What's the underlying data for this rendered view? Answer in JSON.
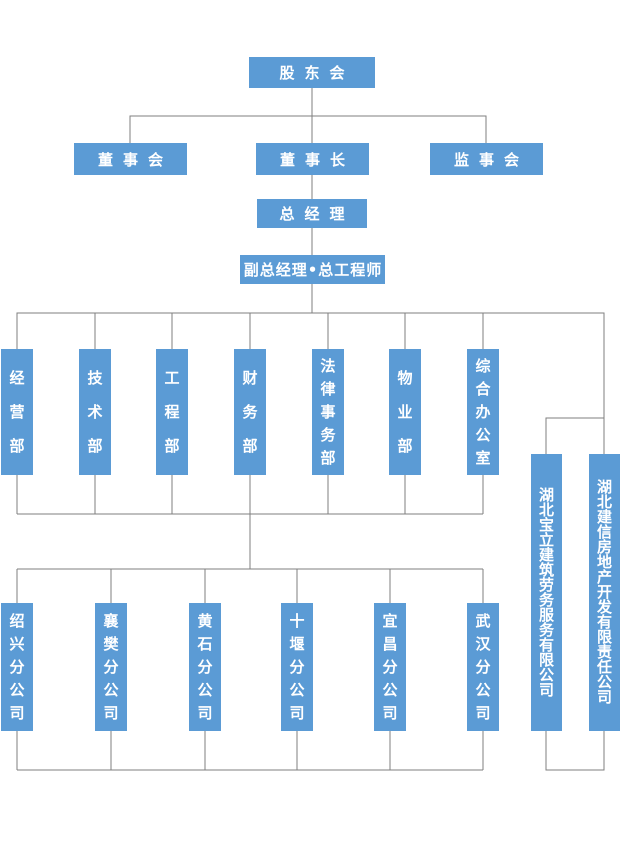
{
  "colors": {
    "node_fill": "#5b9bd5",
    "node_text": "#ffffff",
    "connector_line": "#7f7f7f",
    "background": "#ffffff"
  },
  "org_chart": {
    "root": {
      "label": "股东会"
    },
    "governance": [
      {
        "label": "董事会"
      },
      {
        "label": "董事长"
      },
      {
        "label": "监事会"
      }
    ],
    "general_manager": {
      "label": "总经理"
    },
    "deputy": {
      "label": "副总经理•总工程师"
    },
    "departments": [
      {
        "label": "经营部"
      },
      {
        "label": "技术部"
      },
      {
        "label": "工程部"
      },
      {
        "label": "财务部"
      },
      {
        "label": "法律事务部"
      },
      {
        "label": "物业部"
      },
      {
        "label": "综合办公室"
      }
    ],
    "subsidiaries": [
      {
        "label": "湖北宝立建筑劳务服务有限公司"
      },
      {
        "label": "湖北建信房地产开发有限责任公司"
      }
    ],
    "branches": [
      {
        "label": "绍兴分公司"
      },
      {
        "label": "襄樊分公司"
      },
      {
        "label": "黄石分公司"
      },
      {
        "label": "十堰分公司"
      },
      {
        "label": "宜昌分公司"
      },
      {
        "label": "武汉分公司"
      }
    ]
  }
}
